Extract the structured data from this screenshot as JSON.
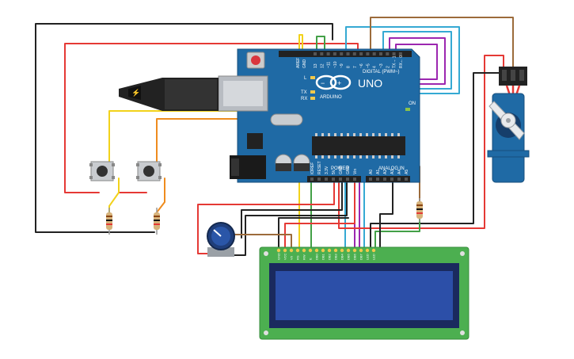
{
  "arduino": {
    "logo_text": "UNO",
    "brand_text": "ARDUINO",
    "digital_label": "DIGITAL (PWM~)",
    "analog_label": "ANALOG IN",
    "power_label": "POWER",
    "aref_label": "AREF",
    "gnd_label": "GND",
    "led_l_label": "L",
    "led_tx_label": "TX",
    "led_rx_label": "RX",
    "on_label": "ON",
    "digital_pins": [
      "13",
      "12",
      "~11",
      "~10",
      "~9",
      "8",
      "7",
      "~6",
      "~5",
      "4",
      "~3",
      "2",
      "TX→ 1",
      "RX← 0"
    ],
    "power_pins": [
      "IOREF",
      "RESET",
      "3.3V",
      "5V",
      "GND",
      "GND",
      "Vin"
    ],
    "analog_pins": [
      "A0",
      "A1",
      "A2",
      "A3",
      "A4",
      "A5"
    ]
  },
  "lcd": {
    "pin_labels": [
      "GND",
      "VCC",
      "V0",
      "RS",
      "RW",
      "E",
      "DB0",
      "DB1",
      "DB2",
      "DB3",
      "DB4",
      "DB5",
      "DB6",
      "DB7",
      "LED",
      "LED"
    ]
  },
  "colors": {
    "board": "#1f6aa5",
    "lcd_pcb": "#4caf50",
    "lcd_screen": "#2c4fa8",
    "wire_red": "#e53935",
    "wire_black": "#222222",
    "wire_yellow": "#f2d21b",
    "wire_orange": "#ef8c1e",
    "wire_green": "#43a047",
    "wire_cyan": "#35a9d3",
    "wire_purple": "#9c27b0",
    "wire_brown": "#9c6b3b",
    "servo_body": "#1f6aa5"
  }
}
